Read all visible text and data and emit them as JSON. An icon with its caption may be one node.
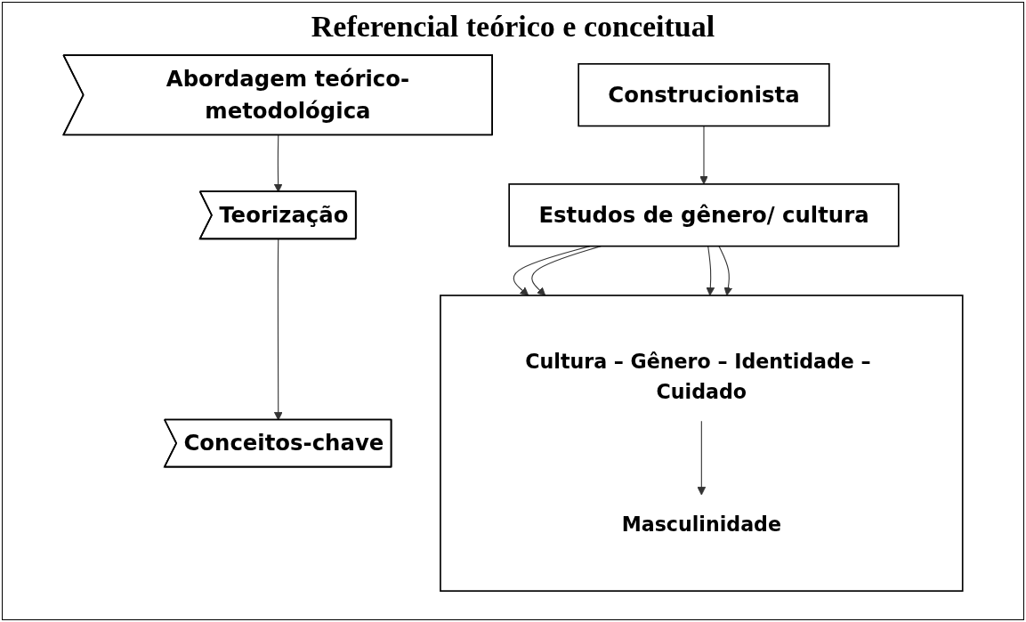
{
  "diagram": {
    "title": "Referencial teórico e conceitual",
    "nodes": [
      {
        "text": [
          "Abordagem teórico-metodológica"
        ]
      },
      {
        "text": [
          "Construcionista"
        ]
      },
      {
        "text": [
          "Teorização"
        ]
      },
      {
        "text": [
          "Estudos de gênero/ cultura"
        ]
      },
      {
        "text": [
          "Conceitos-chave"
        ]
      },
      {
        "text": [],
        "shape": "box"
      },
      {
        "text": [
          "Cultura – Gênero – Identidade – Cuidado"
        ],
        "in": 5
      },
      {
        "text": [
          "Masculinidade"
        ],
        "in": 5
      }
    ],
    "edges": [
      {
        "from": 0,
        "to": 2,
        "arrow": "to"
      },
      {
        "from": 1,
        "to": 3,
        "arrow": "to"
      },
      {
        "from": 2,
        "to": 4,
        "arrow": "to"
      },
      {
        "from": 3,
        "to": 5,
        "arrow": "to"
      },
      {
        "from": 3,
        "to": 5,
        "arrow": "to"
      },
      {
        "from": 3,
        "to": 5,
        "arrow": "to"
      },
      {
        "from": 3,
        "to": 5,
        "arrow": "to"
      },
      {
        "from": 6,
        "to": 7,
        "arrow": "to"
      }
    ]
  }
}
